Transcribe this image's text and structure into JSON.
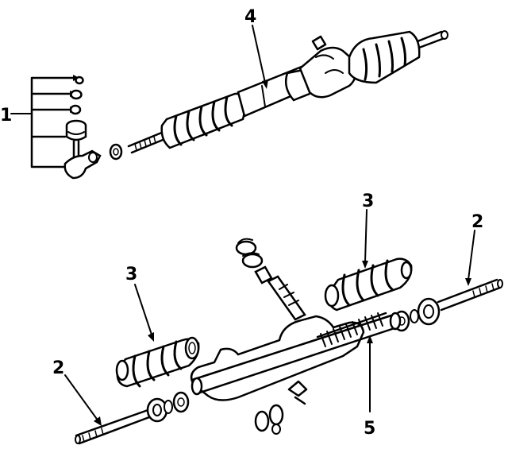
{
  "diagram": {
    "callouts": [
      {
        "id": "label-1-tie-rod-end",
        "text": "1"
      },
      {
        "id": "label-4-rack-assembly",
        "text": "4"
      },
      {
        "id": "label-3-upper-boot",
        "text": "3"
      },
      {
        "id": "label-2-upper-tie-rod",
        "text": "2"
      },
      {
        "id": "label-3-lower-boot",
        "text": "3"
      },
      {
        "id": "label-2-lower-tie-rod",
        "text": "2"
      },
      {
        "id": "label-5-rack-gear",
        "text": "5"
      }
    ]
  }
}
